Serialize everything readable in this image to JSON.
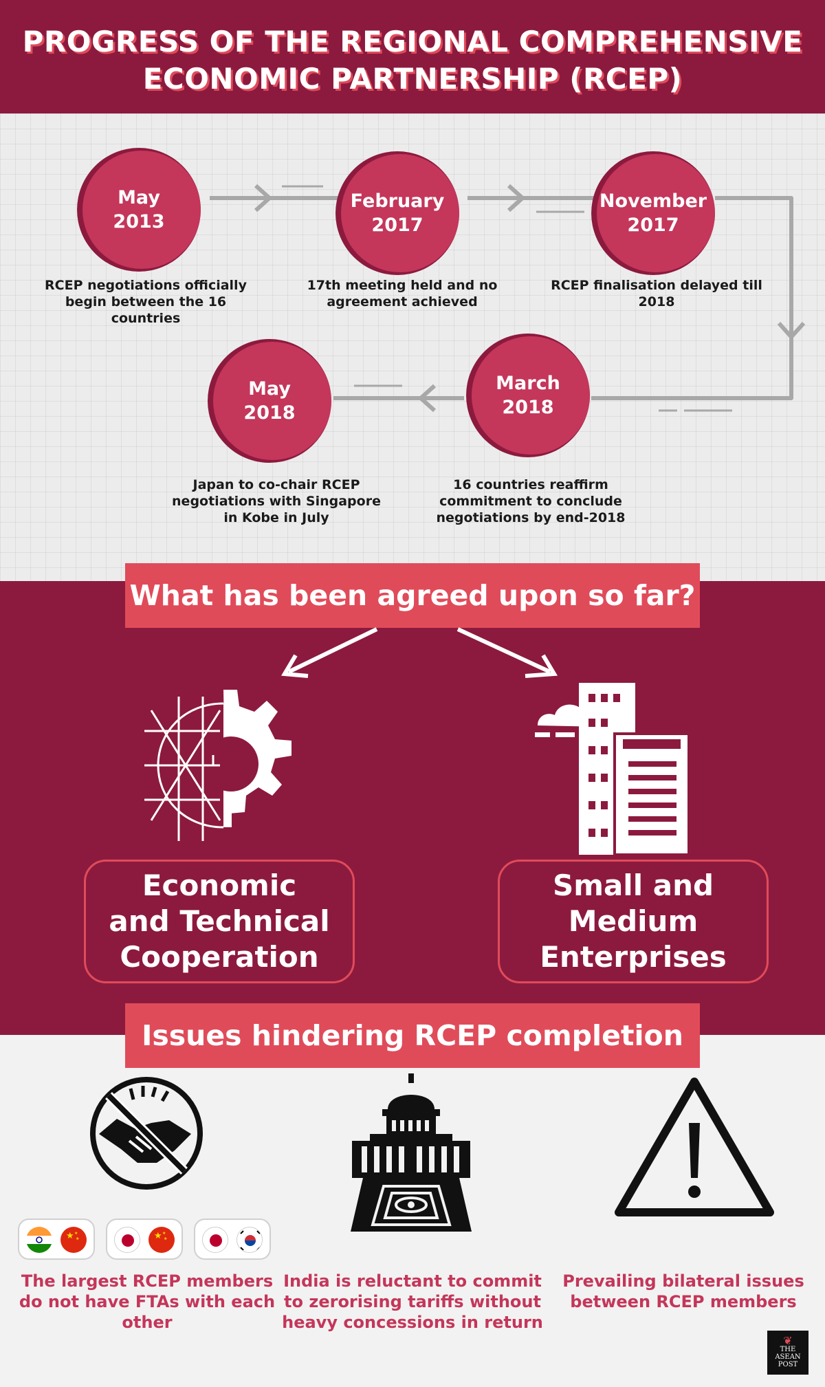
{
  "header": {
    "title_line1": "PROGRESS OF THE REGIONAL COMPREHENSIVE",
    "title_line2": "ECONOMIC PARTNERSHIP (RCEP)"
  },
  "timeline": [
    {
      "month": "May",
      "year": "2013",
      "desc": "RCEP negotiations officially begin between the 16 countries"
    },
    {
      "month": "February",
      "year": "2017",
      "desc": "17th meeting held and no agreement achieved"
    },
    {
      "month": "November",
      "year": "2017",
      "desc": "RCEP finalisation delayed till 2018"
    },
    {
      "month": "March",
      "year": "2018",
      "desc": "16 countries reaffirm commitment to conclude negotiations by end-2018"
    },
    {
      "month": "May",
      "year": "2018",
      "desc": "Japan to co-chair RCEP negotiations with Singapore in Kobe in July"
    }
  ],
  "agreed": {
    "heading": "What has been agreed upon so far?",
    "items": [
      {
        "line1": "Economic",
        "line2": "and Technical",
        "line3": "Cooperation",
        "icon": "gear-icon"
      },
      {
        "line1": "Small and",
        "line2": "Medium",
        "line3": "Enterprises",
        "icon": "buildings-icon"
      }
    ]
  },
  "issues": {
    "heading": "Issues hindering RCEP completion",
    "items": [
      {
        "text": "The largest RCEP members do not have FTAs with each other",
        "icon": "no-handshake-icon"
      },
      {
        "text": "India is reluctant to commit to zerorising tariffs without heavy concessions in return",
        "icon": "parliament-icon"
      },
      {
        "text": "Prevailing bilateral issues between RCEP members",
        "icon": "warning-icon"
      }
    ],
    "flag_pairs": [
      [
        "india-flag-icon",
        "china-flag-icon"
      ],
      [
        "japan-flag-icon",
        "china-flag-icon"
      ],
      [
        "japan-flag-icon",
        "south-korea-flag-icon"
      ]
    ]
  },
  "logo": {
    "line1": "THE",
    "line2": "ASEAN",
    "line3": "POST"
  },
  "colors": {
    "maroon": "#8c1a3e",
    "accent": "#e04b5a",
    "circle": "#c4365a"
  }
}
